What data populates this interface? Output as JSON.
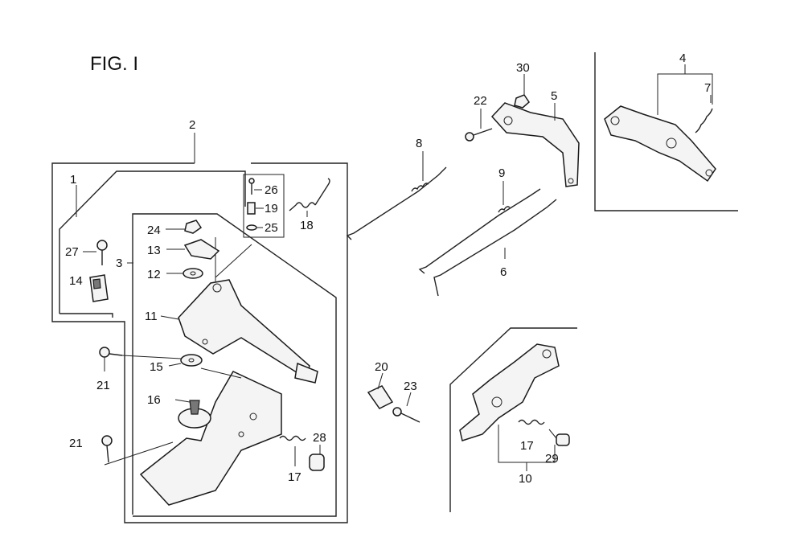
{
  "figure_title": "FIG. I",
  "callouts": {
    "c1": "1",
    "c2": "2",
    "c3": "3",
    "c4": "4",
    "c5": "5",
    "c6": "6",
    "c7": "7",
    "c8": "8",
    "c9": "9",
    "c10": "10",
    "c11": "11",
    "c12": "12",
    "c13": "13",
    "c14": "14",
    "c15": "15",
    "c16": "16",
    "c17a": "17",
    "c17b": "17",
    "c18": "18",
    "c19": "19",
    "c20": "20",
    "c21a": "21",
    "c21b": "21",
    "c22": "22",
    "c23": "23",
    "c24": "24",
    "c25": "25",
    "c26": "26",
    "c27": "27",
    "c28": "28",
    "c29": "29",
    "c30": "30"
  }
}
